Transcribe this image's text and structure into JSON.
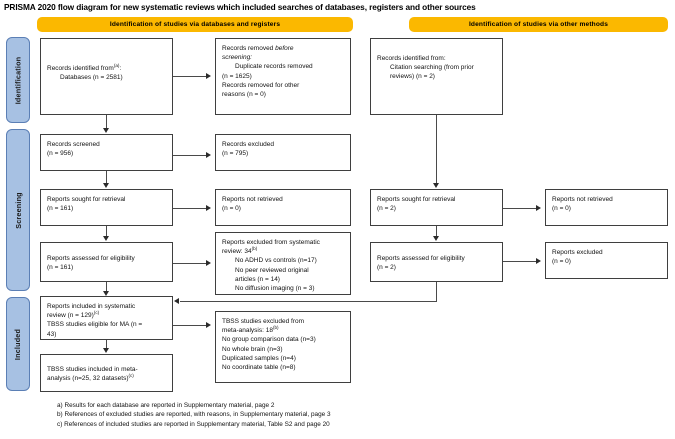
{
  "title": "PRISMA 2020 flow diagram for new systematic reviews which included searches of databases, registers and other sources",
  "colors": {
    "phase_bar": "#FBB800",
    "side_label_fill": "#A7C1E3",
    "side_label_border": "#5B7FB5",
    "box_border": "#3f3f3f",
    "connector": "#4a4a4a",
    "page_background": "#ffffff"
  },
  "phase_bars": [
    {
      "id": "databases-registers",
      "label": "Identification of studies via databases and registers"
    },
    {
      "id": "other-methods",
      "label": "Identification of studies via other methods"
    }
  ],
  "side_labels": [
    {
      "id": "identification",
      "label": "Identification"
    },
    {
      "id": "screening",
      "label": "Screening"
    },
    {
      "id": "included",
      "label": "Included"
    }
  ],
  "boxes": {
    "records_identified": {
      "lines": [
        {
          "text": "Records identified from",
          "sup": "(a)",
          "tail": ":",
          "indent": false
        },
        {
          "text": "Databases (n = 2581)",
          "indent": true
        }
      ]
    },
    "records_removed": {
      "lines": [
        {
          "text": "Records removed ",
          "italic_part": "before",
          "indent": false
        },
        {
          "text": "screening:",
          "italic": true,
          "indent": false
        },
        {
          "text": "Duplicate records removed",
          "indent": true
        },
        {
          "text": "(n = 1625)",
          "indent": false
        },
        {
          "text": "Records removed for other",
          "indent": false
        },
        {
          "text": "reasons (n = 0)",
          "indent": false
        }
      ]
    },
    "records_screened": {
      "lines": [
        {
          "text": "Records screened",
          "indent": false
        },
        {
          "text": "(n = 956)",
          "indent": false
        }
      ]
    },
    "records_excluded": {
      "lines": [
        {
          "text": "Records excluded",
          "indent": false
        },
        {
          "text": "(n = 795)",
          "indent": false
        }
      ]
    },
    "reports_sought_db": {
      "lines": [
        {
          "text": "Reports sought for retrieval",
          "indent": false
        },
        {
          "text": "(n = 161)",
          "indent": false
        }
      ]
    },
    "reports_not_retrieved_db": {
      "lines": [
        {
          "text": "Reports not retrieved",
          "indent": false
        },
        {
          "text": "(n = 0)",
          "indent": false
        }
      ]
    },
    "reports_assessed_db": {
      "lines": [
        {
          "text": "Reports assessed for eligibility",
          "indent": false
        },
        {
          "text": "(n = 161)",
          "indent": false
        }
      ]
    },
    "reports_excluded_sr": {
      "lines": [
        {
          "text": "Reports excluded from systematic",
          "indent": false
        },
        {
          "text": "review: 34",
          "sup": "(b)",
          "indent": false
        },
        {
          "text": "No ADHD vs controls (n=17)",
          "indent": true
        },
        {
          "text": "No peer reviewed original",
          "indent": true
        },
        {
          "text": "articles (n = 14)",
          "indent": true
        },
        {
          "text": "No diffusion imaging (n = 3)",
          "indent": true
        }
      ]
    },
    "reports_included_sr": {
      "lines": [
        {
          "text": "Reports included in systematic",
          "indent": false
        },
        {
          "text": "review (n = 129)",
          "sup": "(c)",
          "indent": false
        },
        {
          "text": "TBSS studies eligible for MA (n =",
          "indent": false
        },
        {
          "text": "43)",
          "indent": false
        }
      ]
    },
    "tbss_excluded_ma": {
      "lines": [
        {
          "text": "TBSS studies excluded from",
          "indent": false
        },
        {
          "text": "meta-analysis: 18",
          "sup": "(b)",
          "indent": false
        },
        {
          "text": "No group comparison data (n=3)",
          "indent": false
        },
        {
          "text": "No whole brain (n=3)",
          "indent": false
        },
        {
          "text": "Duplicated samples (n=4)",
          "indent": false
        },
        {
          "text": "No coordinate table (n=8)",
          "indent": false
        }
      ]
    },
    "tbss_included_ma": {
      "lines": [
        {
          "text": "TBSS studies included in meta-",
          "indent": false
        },
        {
          "text": "analysis (n=25, 32 datasets)",
          "sup": "(c)",
          "indent": false
        }
      ]
    },
    "records_identified_other": {
      "lines": [
        {
          "text": "Records identified from:",
          "indent": false
        },
        {
          "text": "Citation searching (from prior",
          "indent": true
        },
        {
          "text": "reviews) (n = 2)",
          "indent": true
        }
      ]
    },
    "reports_sought_other": {
      "lines": [
        {
          "text": "Reports sought for retrieval",
          "indent": false
        },
        {
          "text": "(n = 2)",
          "indent": false
        }
      ]
    },
    "reports_not_retrieved_other": {
      "lines": [
        {
          "text": "Reports not retrieved",
          "indent": false
        },
        {
          "text": "(n = 0)",
          "indent": false
        }
      ]
    },
    "reports_assessed_other": {
      "lines": [
        {
          "text": "Reports assessed for eligibility",
          "indent": false
        },
        {
          "text": "(n = 2)",
          "indent": false
        }
      ]
    },
    "reports_excluded_other": {
      "lines": [
        {
          "text": "Reports excluded",
          "indent": false
        },
        {
          "text": "(n = 0)",
          "indent": false
        }
      ]
    }
  },
  "footnotes": [
    "a) Results for each database are reported in Supplementary material, page 2",
    "b) References of excluded studies are reported, with reasons, in Supplementary material, page 3",
    "c) References of included studies are reported in Supplementary material, Table S2 and page 20"
  ]
}
